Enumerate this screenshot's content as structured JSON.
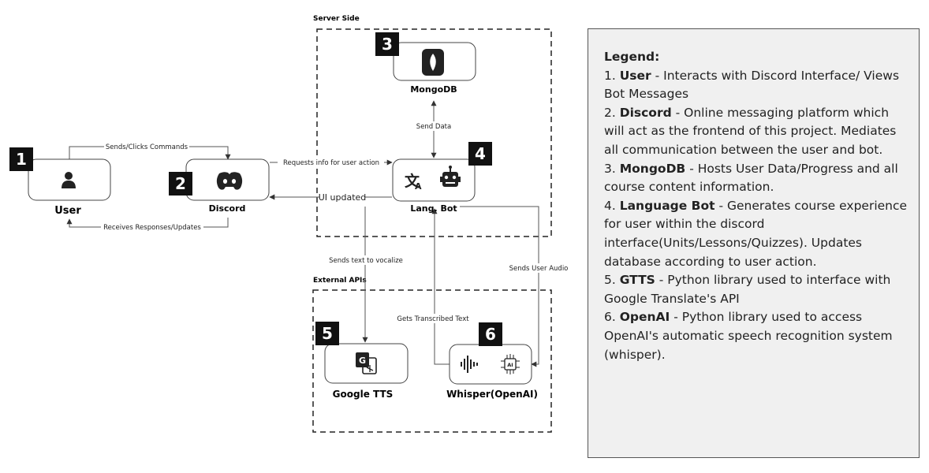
{
  "groups": {
    "server": "Server Side",
    "external": "External APIs"
  },
  "nodes": {
    "user": {
      "badge": "1",
      "label": "User"
    },
    "discord": {
      "badge": "2",
      "label": "Discord"
    },
    "mongodb": {
      "badge": "3",
      "label": "MongoDB"
    },
    "langbot": {
      "badge": "4",
      "label": "Lang. Bot"
    },
    "gtts": {
      "badge": "5",
      "label": "Google TTS"
    },
    "whisper": {
      "badge": "6",
      "label": "Whisper(OpenAI)"
    }
  },
  "edges": {
    "sends_clicks": "Sends/Clicks Commands",
    "receives": "Receives Responses/Updates",
    "requests": "Requests info for user action",
    "ui_updated": "UI updated",
    "send_data": "Send Data",
    "sends_text": "Sends text to vocalize",
    "sends_audio": "Sends User Audio",
    "gets_text": "Gets Transcribed Text"
  },
  "legend": {
    "title": "Legend:",
    "items": [
      {
        "pre": "1. ",
        "bold": "User",
        "rest": " - Interacts with Discord Interface/ Views Bot Messages"
      },
      {
        "pre": "2. ",
        "bold": "Discord",
        "rest": " - Online messaging platform which will act as the frontend of this project.  Mediates all communication between the user and bot."
      },
      {
        "pre": "3. ",
        "bold": "MongoDB",
        "rest": " - Hosts User Data/Progress and all course content information."
      },
      {
        "pre": "4. ",
        "bold": "Language Bot",
        "rest": " - Generates course experience for user within the discord interface(Units/Lessons/Quizzes). Updates database according to user action."
      },
      {
        "pre": "5. ",
        "bold": "GTTS",
        "rest": " - Python library used to interface with Google Translate's API"
      },
      {
        "pre": "6. ",
        "bold": "OpenAI",
        "rest": " - Python library used to access OpenAI's automatic speech recognition system (whisper)."
      }
    ]
  },
  "icons": {
    "user": "person-icon",
    "discord": "discord-logo-icon",
    "mongodb": "database-icon",
    "translate": "translate-icon",
    "bot": "robot-icon",
    "gtts": "google-translate-icon",
    "audio": "audio-waveform-icon",
    "ai": "ai-chip-icon"
  },
  "colors": {
    "dark": "#222222",
    "legend_bg": "#f0f0f0",
    "line": "#555555"
  }
}
